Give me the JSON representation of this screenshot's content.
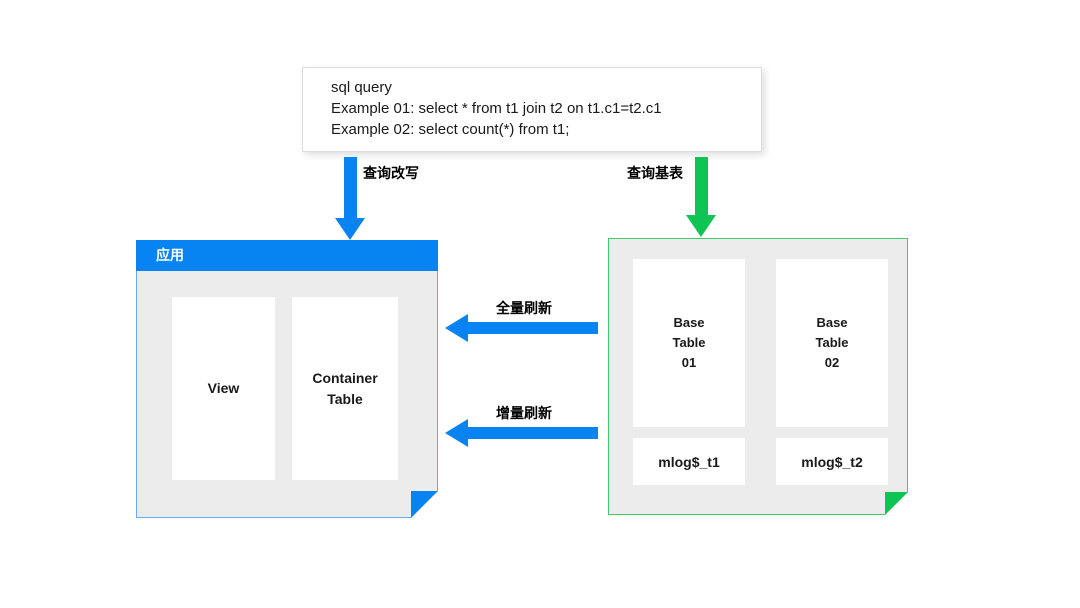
{
  "colors": {
    "blue": "#0883F2",
    "blue_light_border": "#66ABF8",
    "green": "#0EC553",
    "green_border": "#3ECB71",
    "panel_bg": "#ECECEC"
  },
  "sql_box": {
    "line1": "sql query",
    "line2": "Example 01: select * from t1 join t2 on t1.c1=t2.c1",
    "line3": "Example 02: select count(*) from t1;"
  },
  "labels": {
    "query_rewrite": "查询改写",
    "query_base_table": "查询基表",
    "full_refresh": "全量刷新",
    "incremental_refresh": "增量刷新"
  },
  "app_panel": {
    "title": "应用",
    "view": "View",
    "container_table": "Container\nTable"
  },
  "base_panel": {
    "base_table_01": "Base\nTable\n01",
    "base_table_02": "Base\nTable\n02",
    "mlog_t1": "mlog$_t1",
    "mlog_t2": "mlog$_t2"
  }
}
